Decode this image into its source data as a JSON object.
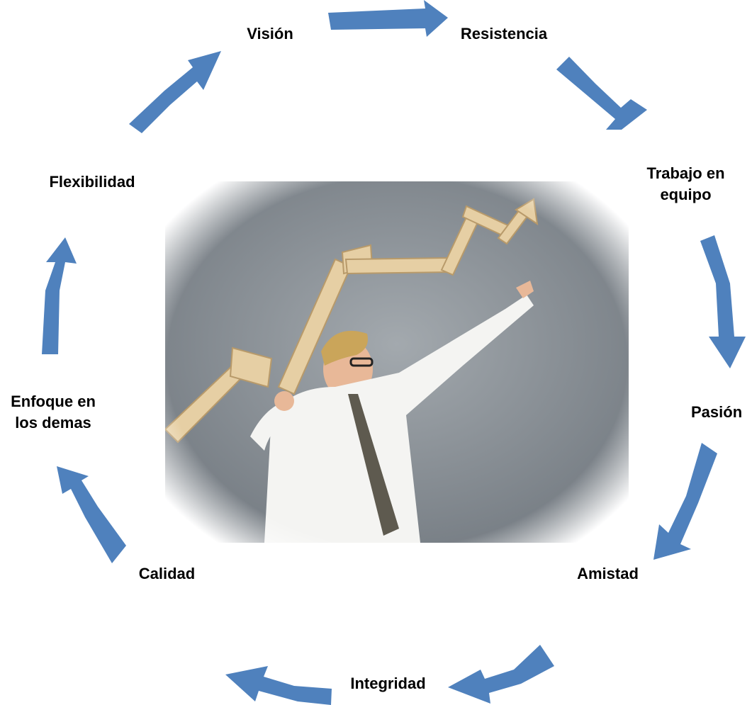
{
  "diagram": {
    "type": "cycle",
    "arrow_color": "#4F81BD",
    "steps": [
      {
        "id": "vision",
        "label": "Visión"
      },
      {
        "id": "resistencia",
        "label": "Resistencia"
      },
      {
        "id": "trabajo",
        "label_line1": "Trabajo en",
        "label_line2": "equipo"
      },
      {
        "id": "pasion",
        "label": "Pasión"
      },
      {
        "id": "amistad",
        "label": "Amistad"
      },
      {
        "id": "integridad",
        "label": "Integridad"
      },
      {
        "id": "calidad",
        "label": "Calidad"
      },
      {
        "id": "enfoque",
        "label_line1": "Enfoque en",
        "label_line2": "los demas"
      },
      {
        "id": "flexibilidad",
        "label": "Flexibilidad"
      }
    ]
  },
  "center_image": {
    "subject": "businessman-pointing-up-at-rising-wooden-arrow-graph",
    "wall_color": "#8d949b",
    "wood_color": "#e6cfa4",
    "shirt_color": "#f4f4f2",
    "tie_color": "#5e5a4f"
  }
}
